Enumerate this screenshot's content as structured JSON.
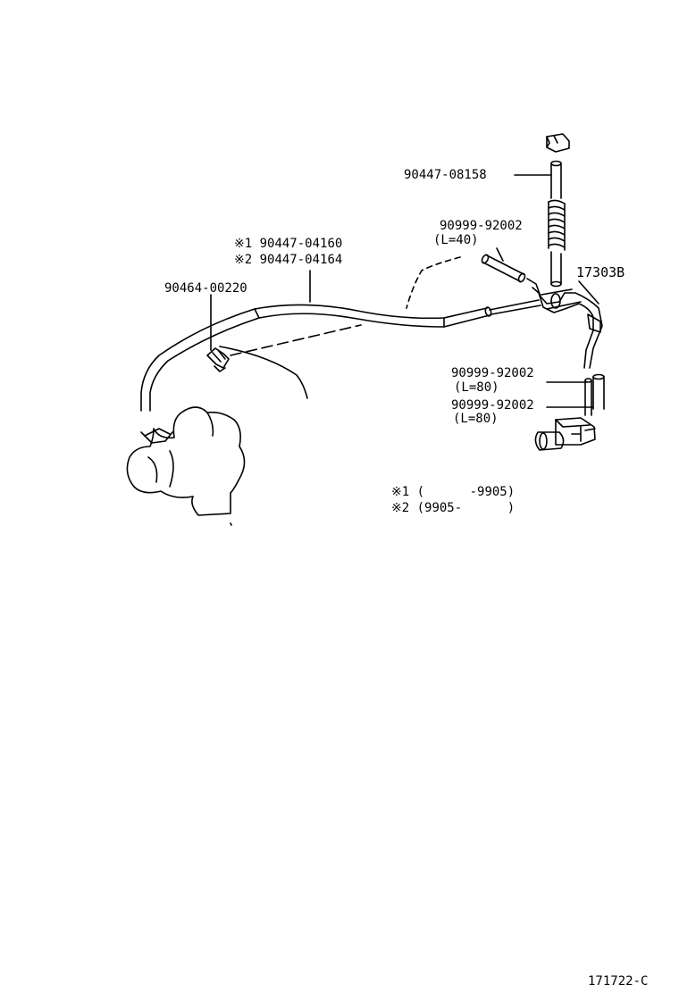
{
  "labels": {
    "part_08158": "90447-08158",
    "part_92002_a": "90999-92002",
    "len_a": "(L=40)",
    "part_04160": "※1 90447-04160",
    "part_04164": "※2 90447-04164",
    "part_00220": "90464-00220",
    "part_17303b": "17303B",
    "part_92002_b": "90999-92002",
    "len_b": "(L=80)",
    "part_92002_c": "90999-92002",
    "len_c": "(L=80)",
    "note_1": "※1 (      -9905)",
    "note_2": "※2 (9905-      )",
    "diagram_code": "171722-C"
  },
  "colors": {
    "line": "#000000",
    "background": "#ffffff"
  }
}
